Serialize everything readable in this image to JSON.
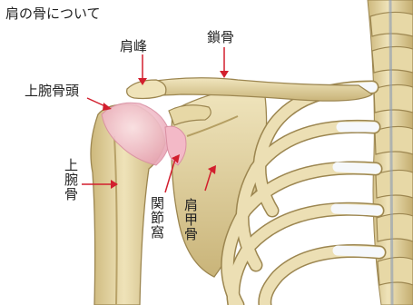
{
  "title": "肩の骨について",
  "labels": {
    "acromion": "肩峰",
    "clavicle": "鎖骨",
    "humeral_head": "上腕骨頭",
    "humerus": "上腕骨",
    "glenoid": "関節窩",
    "scapula": "肩甲骨"
  },
  "colors": {
    "bone": "#e9dcae",
    "bone_shade": "#c9b479",
    "bone_dark": "#9c8650",
    "cartilage": "#f6f8fb",
    "highlight": "#f1b7c6",
    "arrow": "#d21f2e",
    "background": "#ffffff"
  }
}
